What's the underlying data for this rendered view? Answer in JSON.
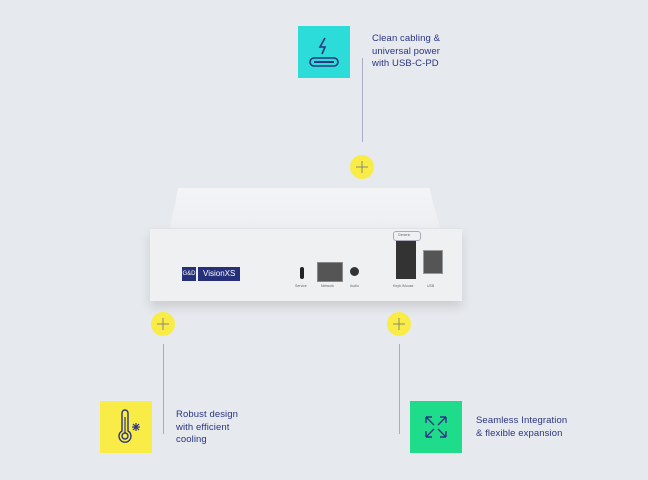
{
  "features": [
    {
      "id": "usb-c",
      "icon": "usb-c-power-icon",
      "tile_color": "#2bdcd9",
      "text_lines": [
        "Clean cabling &",
        "universal power",
        "with USB-C-PD"
      ]
    },
    {
      "id": "cooling",
      "icon": "thermometer-snowflake-icon",
      "tile_color": "#f9ec47",
      "text_lines": [
        "Robust design",
        "with efficient",
        "cooling"
      ]
    },
    {
      "id": "integration",
      "icon": "expand-arrows-icon",
      "tile_color": "#1fdc8a",
      "text_lines": [
        "Seamless Integration",
        "& flexible expansion"
      ]
    }
  ],
  "hotspot_color": "#f9ec47",
  "text_color": "#2b3580",
  "device": {
    "logo_mark": "G&D",
    "product_name": "VisionXS",
    "port_labels": {
      "service": "Service",
      "network": "Network",
      "audio": "Audio",
      "keyb_mouse": "Keyb./Mouse",
      "usb": "USB",
      "generic": "Generic"
    }
  }
}
